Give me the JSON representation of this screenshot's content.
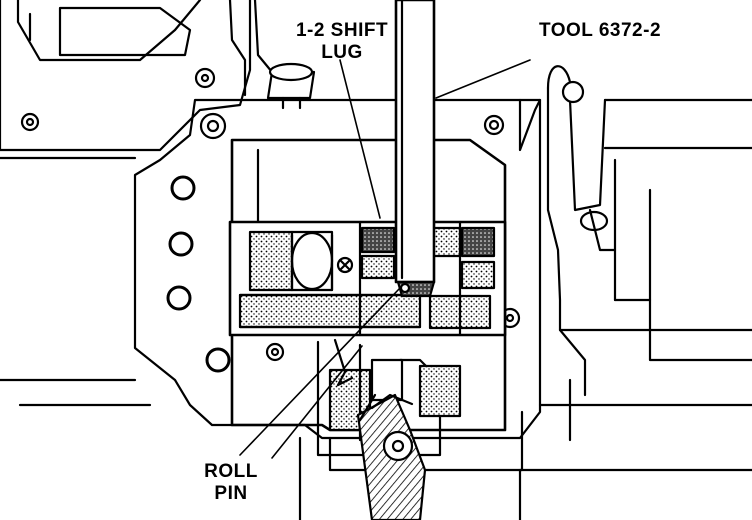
{
  "labels": {
    "shift_lug": [
      "1-2 SHIFT",
      "LUG"
    ],
    "tool": "TOOL 6372-2",
    "roll_pin": [
      "ROLL",
      "PIN"
    ]
  },
  "colors": {
    "ink": "#000000",
    "paper": "#ffffff",
    "shade": "#8a8a8a"
  }
}
